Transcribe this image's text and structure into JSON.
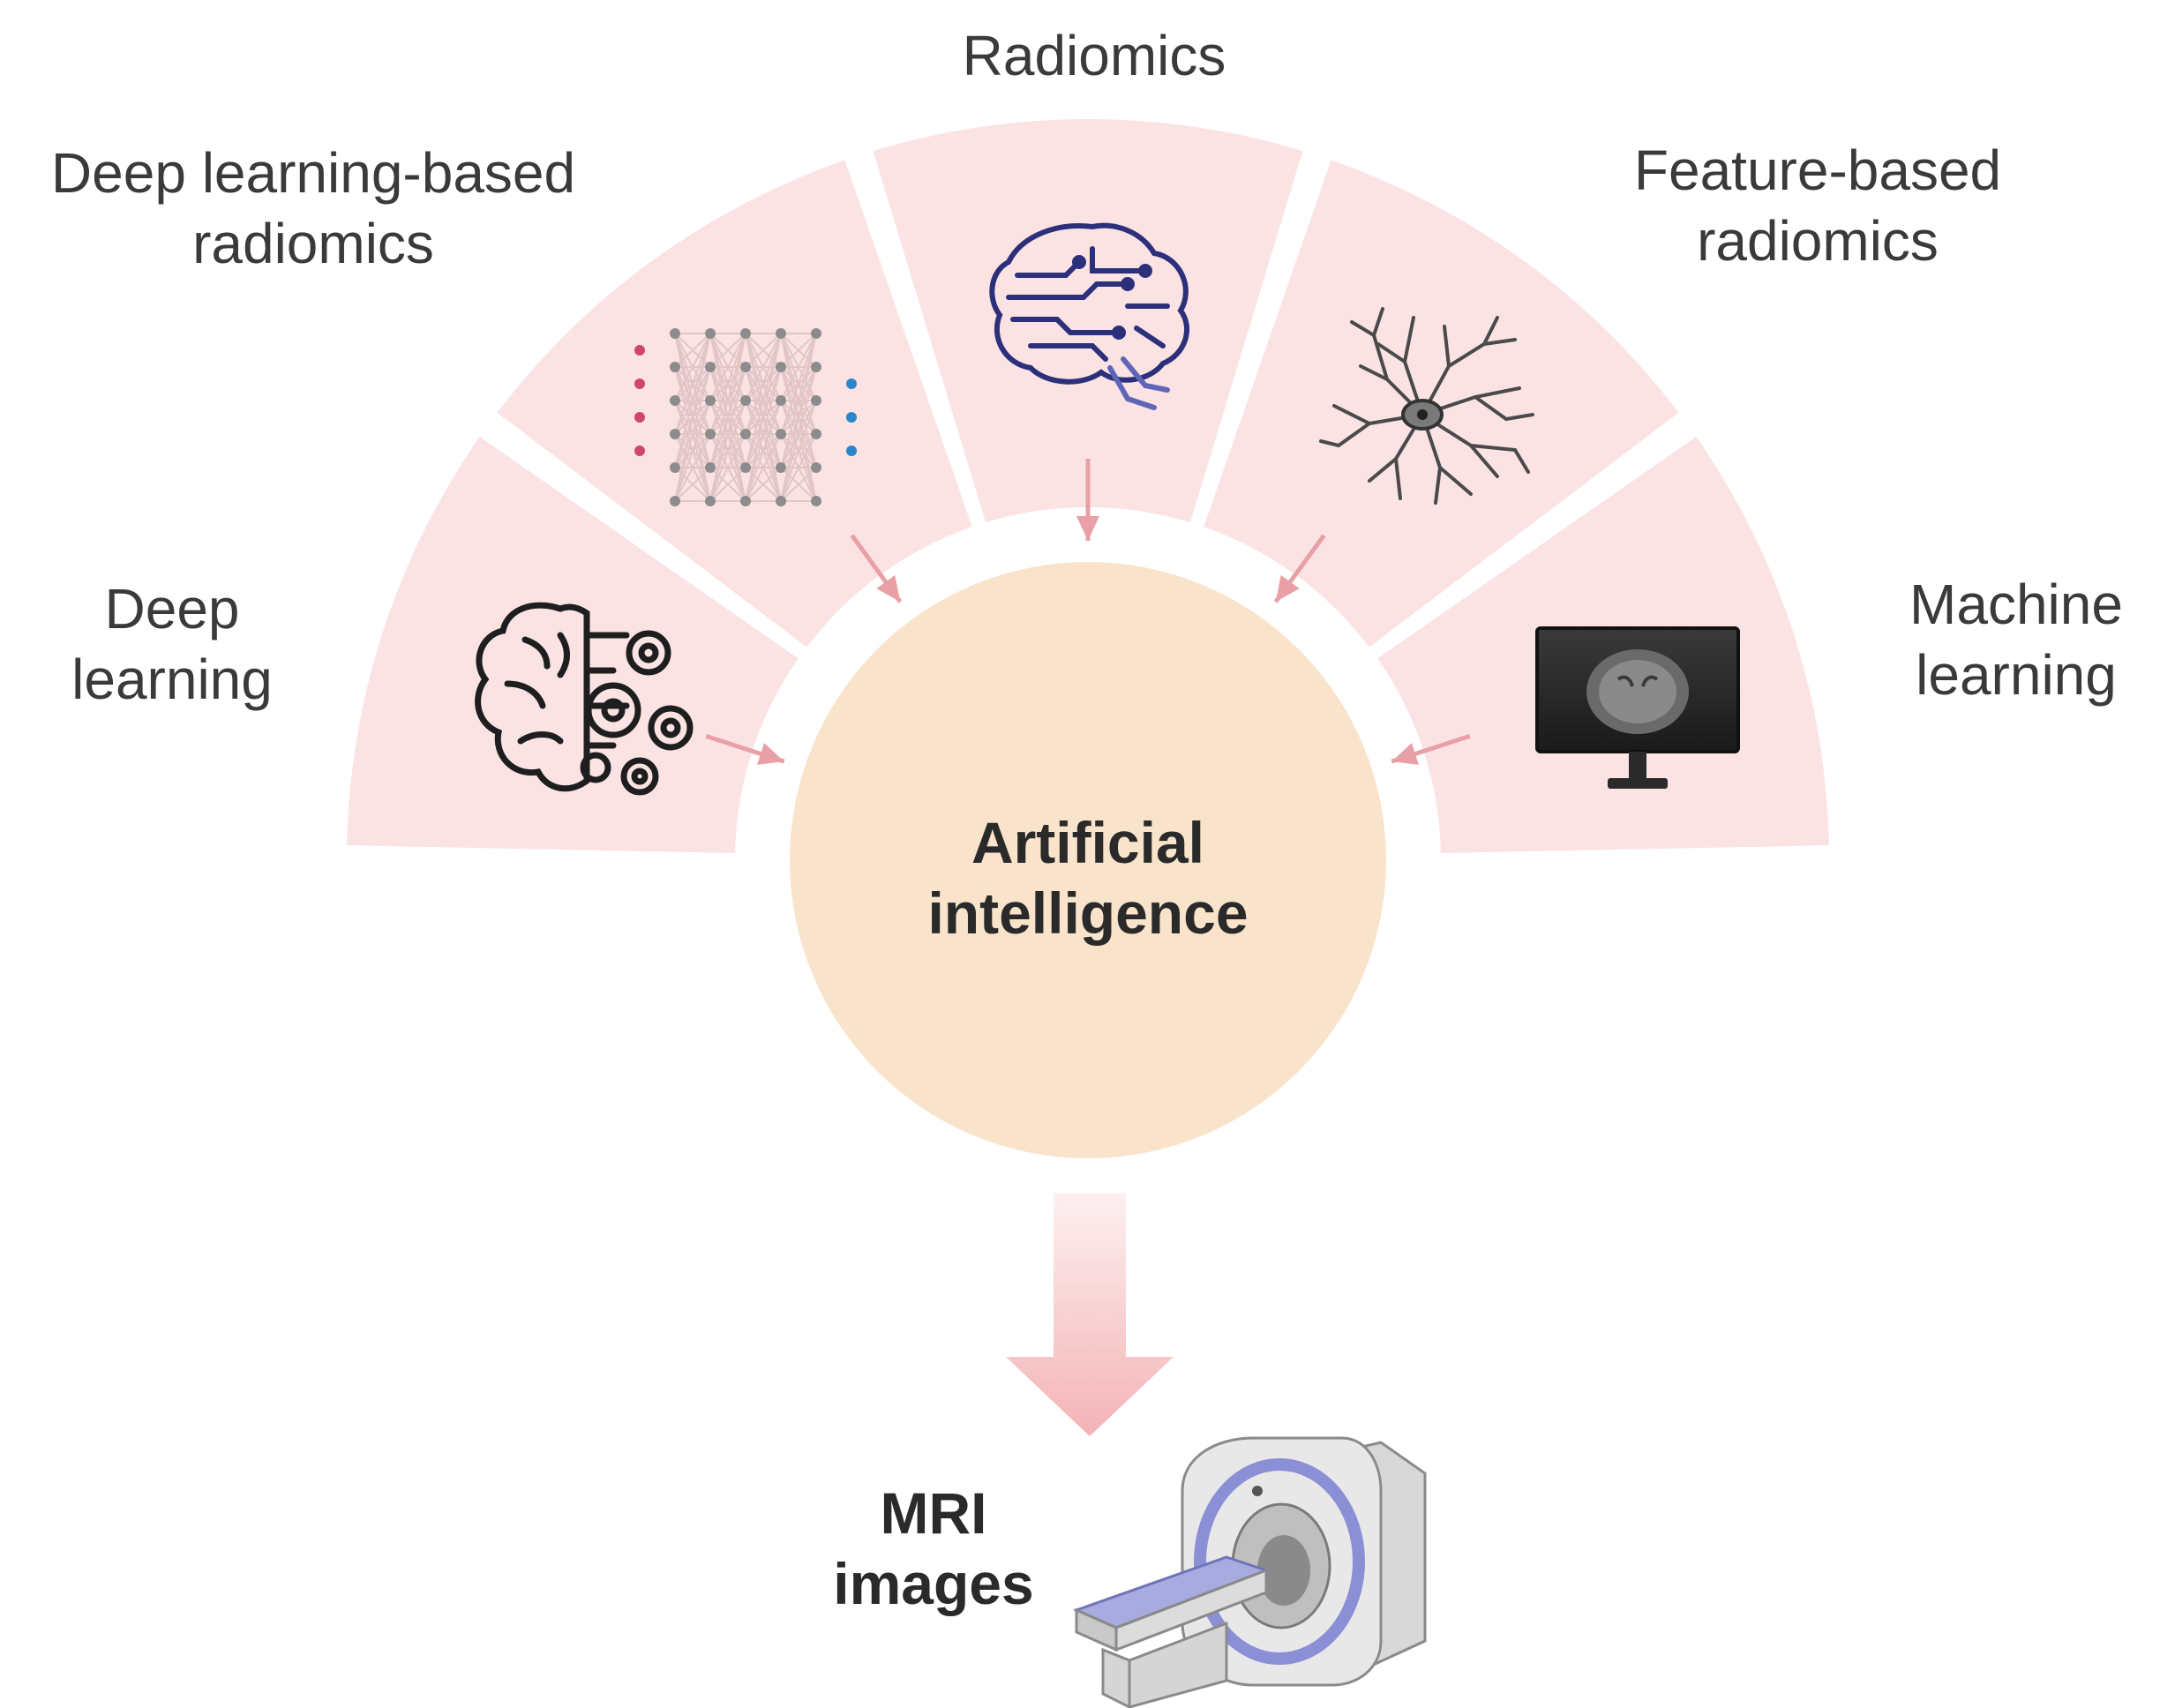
{
  "center": {
    "line1": "Artificial",
    "line2": "intelligence"
  },
  "segments": [
    {
      "icon": "brain-gears-icon",
      "label_lines": [
        "Deep",
        "learning"
      ]
    },
    {
      "icon": "neural-network-icon",
      "label_lines": [
        "Deep learning-based",
        "radiomics"
      ]
    },
    {
      "icon": "circuit-brain-icon",
      "label_lines": [
        "Radiomics"
      ]
    },
    {
      "icon": "neuron-icon",
      "label_lines": [
        "Feature-based",
        "radiomics"
      ]
    },
    {
      "icon": "monitor-brain-scan-icon",
      "label_lines": [
        "Machine",
        "learning"
      ]
    }
  ],
  "output": {
    "line1": "MRI",
    "line2": "images",
    "icon": "mri-scanner-icon"
  },
  "colors": {
    "segment_fill": "#fbe3e3",
    "center_fill": "#f9e4cb",
    "arrow": "#e8a0a6",
    "label_text": "#3a3a3a"
  }
}
